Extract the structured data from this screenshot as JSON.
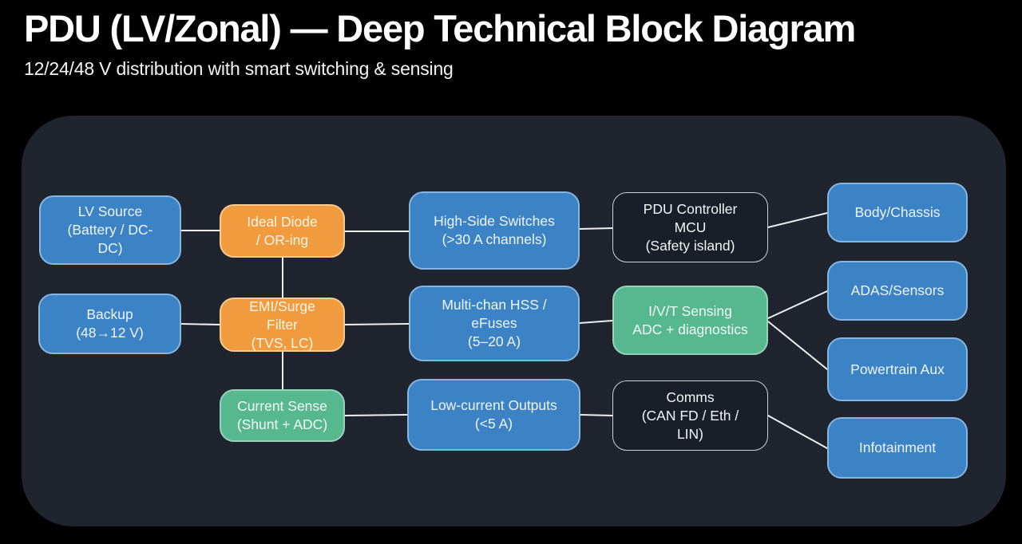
{
  "header": {
    "title": "PDU (LV/Zonal) — Deep Technical Block Diagram",
    "subtitle": "12/24/48 V distribution with smart switching & sensing"
  },
  "colors": {
    "background": "#000000",
    "panel": "#20242f",
    "node_blue": "#3b83c4",
    "node_blue_border": "#86b6e1",
    "node_orange": "#f09c3e",
    "node_orange_border": "#f7ca8d",
    "node_green": "#57b890",
    "node_green_border": "#96d4ba",
    "node_dark": "#191e29",
    "node_dark_border": "#ccd2dd",
    "connector": "#edeff1",
    "text": "#ffffff"
  },
  "diagram": {
    "nodes": [
      {
        "id": "lv-source",
        "label": "LV Source\n(Battery / DC-\nDC)",
        "type": "blue"
      },
      {
        "id": "backup",
        "label": "Backup\n(48→12 V)",
        "type": "blue"
      },
      {
        "id": "ideal-diode",
        "label": "Ideal Diode\n/ OR-ing",
        "type": "orange"
      },
      {
        "id": "emi-surge-filter",
        "label": "EMI/Surge\nFilter\n(TVS, LC)",
        "type": "orange"
      },
      {
        "id": "current-sense",
        "label": "Current Sense\n(Shunt + ADC)",
        "type": "green"
      },
      {
        "id": "high-side-switches",
        "label": "High-Side Switches\n(>30 A channels)",
        "type": "blue"
      },
      {
        "id": "multi-chan-hss",
        "label": "Multi-chan HSS /\neFuses\n(5–20 A)",
        "type": "blue"
      },
      {
        "id": "low-current-outputs",
        "label": "Low-current Outputs\n(<5 A)",
        "type": "blue"
      },
      {
        "id": "pdu-controller-mcu",
        "label": "PDU Controller\nMCU\n(Safety island)",
        "type": "dark"
      },
      {
        "id": "ivt-sensing",
        "label": "I/V/T Sensing\nADC + diagnostics",
        "type": "green"
      },
      {
        "id": "comms",
        "label": "Comms\n(CAN FD / Eth /\nLIN)",
        "type": "dark"
      },
      {
        "id": "body-chassis",
        "label": "Body/Chassis",
        "type": "blue"
      },
      {
        "id": "adas-sensors",
        "label": "ADAS/Sensors",
        "type": "blue"
      },
      {
        "id": "powertrain-aux",
        "label": "Powertrain Aux",
        "type": "blue"
      },
      {
        "id": "infotainment",
        "label": "Infotainment",
        "type": "blue"
      }
    ],
    "edges": [
      [
        "lv-source",
        "ideal-diode"
      ],
      [
        "ideal-diode",
        "high-side-switches"
      ],
      [
        "high-side-switches",
        "pdu-controller-mcu"
      ],
      [
        "backup",
        "emi-surge-filter"
      ],
      [
        "emi-surge-filter",
        "multi-chan-hss"
      ],
      [
        "multi-chan-hss",
        "ivt-sensing"
      ],
      [
        "current-sense",
        "low-current-outputs"
      ],
      [
        "low-current-outputs",
        "comms"
      ],
      [
        "ideal-diode",
        "emi-surge-filter"
      ],
      [
        "emi-surge-filter",
        "current-sense"
      ],
      [
        "pdu-controller-mcu",
        "body-chassis"
      ],
      [
        "ivt-sensing",
        "adas-sensors"
      ],
      [
        "ivt-sensing",
        "powertrain-aux"
      ],
      [
        "comms",
        "infotainment"
      ]
    ]
  }
}
